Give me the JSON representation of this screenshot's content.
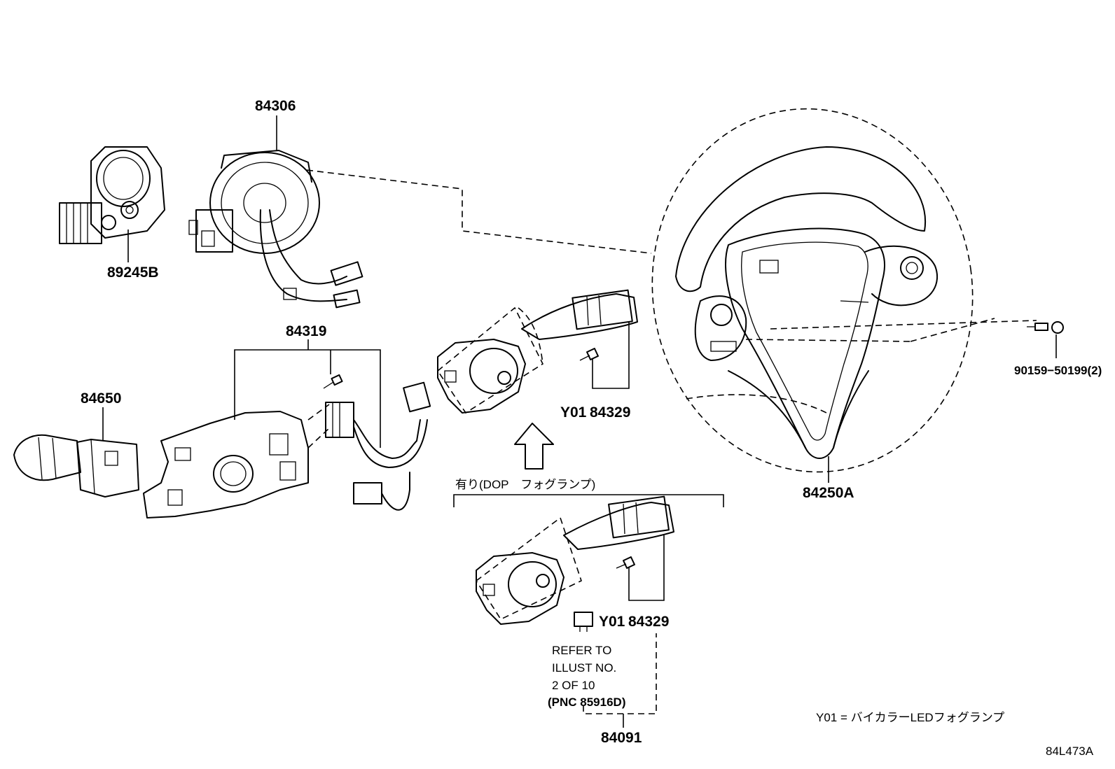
{
  "labels": {
    "p84306": "84306",
    "p89245b": "89245B",
    "p84319": "84319",
    "p84650": "84650",
    "p84329_top": "84329",
    "y01_top": "Y01",
    "p84250a": "84250A",
    "p90159": "90159−50199(2)",
    "option_note": "有り(DOP　フォグランプ)",
    "y01_bottom": "Y01",
    "p84329_bottom": "84329",
    "refer_1": "REFER TO",
    "refer_2": "ILLUST NO.",
    "refer_3": "2 OF 10",
    "refer_4": "(PNC  85916D)",
    "p84091": "84091",
    "legend_y01": "Y01 = バイカラーLEDフォグランプ",
    "illust_code": "84L473A"
  }
}
